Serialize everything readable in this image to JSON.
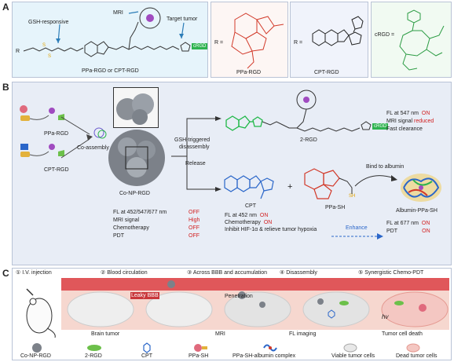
{
  "panel_labels": {
    "a": "A",
    "b": "B",
    "c": "C"
  },
  "panel_a": {
    "gsh_responsive": "GSH-responsive",
    "mri": "MRI",
    "target_tumor": "Target tumor",
    "r_symbol": "R",
    "crgd_tag": "cRGD",
    "probe_name": "PPa-RGD or CPT-RGD",
    "r_eq": "R =",
    "ppa_rgd": "PPa-RGD",
    "cpt_rgd": "CPT-RGD",
    "crgd_eq": "cRGD ="
  },
  "panel_b": {
    "ppa_rgd": "PPa-RGD",
    "cpt_rgd": "CPT-RGD",
    "co_assembly": "Co-assembly",
    "co_np_rgd": "Co-NP-RGD",
    "gsh_triggered": "GSH-triggered",
    "disassembly": "disassembly",
    "release": "Release",
    "two_rgd": "2-RGD",
    "rgd_tag": "cRGD",
    "fl_547": "FL at 547 nm",
    "on": "ON",
    "mri_signal": "MRI signal",
    "reduced": "reduced",
    "fast_clearance": "Fast clearance",
    "bind_to_albumin": "Bind to albumin",
    "cpt": "CPT",
    "plus": "+",
    "ppa_sh": "PPa-SH",
    "albumin_ppa_sh": "Albumin-PPa-SH",
    "fl_452_547_677": "FL at 452/547/677  nm",
    "off": "OFF",
    "high": "High",
    "chemotherapy": "Chemotherapy",
    "pdt": "PDT",
    "fl_452": "FL at 452 nm",
    "inhibit": "Inhibit HIF-1α & relieve tumor hypoxia",
    "enhance": "Enhance",
    "fl_677": "FL at 677 nm",
    "sh": "SH"
  },
  "panel_c": {
    "steps": [
      "① I.V. injection",
      "② Blood circulation",
      "③ Across BBB and accumulation",
      "④ Disassembly",
      "⑤ Synergistic Chemo-PDT"
    ],
    "leaky_bbb": "Leaky BBB",
    "penetration": "Penetration",
    "hv": "hv",
    "captions": [
      "Brain tumor",
      "MRI",
      "FL imaging",
      "Tumor cell death"
    ]
  },
  "legend": [
    {
      "label": "Co-NP-RGD",
      "icon": "nanoparticle-icon"
    },
    {
      "label": "2-RGD",
      "icon": "2rgd-icon"
    },
    {
      "label": "CPT",
      "icon": "hexagon-icon"
    },
    {
      "label": "PPa-SH",
      "icon": "ppa-sh-icon"
    },
    {
      "label": "PPa-SH-albumin complex",
      "icon": "albumin-complex-icon"
    },
    {
      "label": "Viable tumor cells",
      "icon": "viable-cell-icon"
    },
    {
      "label": "Dead tumor cells",
      "icon": "dead-cell-icon"
    }
  ],
  "colors": {
    "panel_a_bg": "#e6f4fb",
    "panel_b_bg": "#e8edf6",
    "blood": "#e0575a",
    "brain_tissue": "#f6d7cf",
    "red_text": "#d21f1f",
    "green_molecule": "#1fb847",
    "ppa_red": "#d23a2a"
  }
}
